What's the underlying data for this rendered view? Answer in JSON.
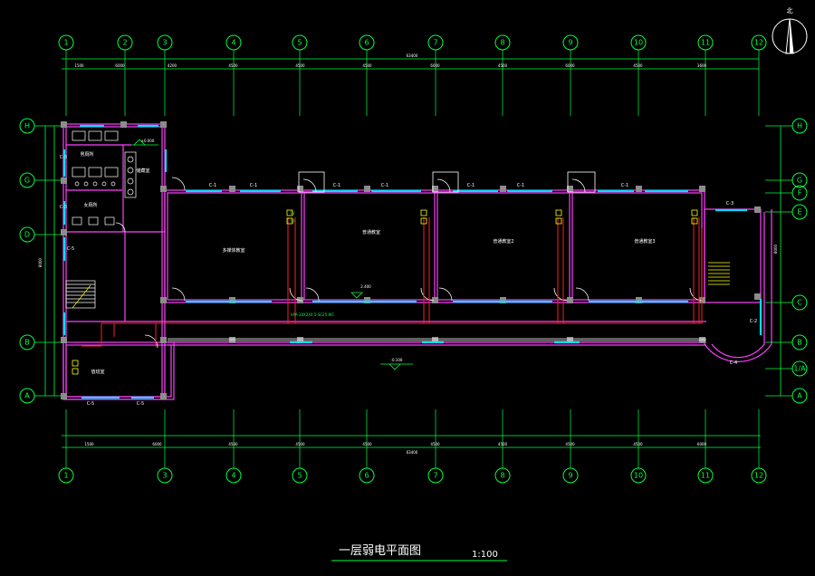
{
  "drawing": {
    "title": "一层弱电平面图",
    "scale": "1:100",
    "north_label": "北",
    "overall_dim_top": "63400",
    "overall_dim_bottom": "63400",
    "overall_dim_left": "8000",
    "overall_dim_right": "8000",
    "level_main": "±0.000",
    "level_hall": "2.400",
    "level_corridor": "-0.100"
  },
  "axes": {
    "top": [
      "1",
      "2",
      "3",
      "4",
      "5",
      "6",
      "7",
      "8",
      "9",
      "10",
      "11",
      "12"
    ],
    "bottom": [
      "1",
      "3",
      "4",
      "5",
      "6",
      "7",
      "8",
      "9",
      "10",
      "11",
      "12"
    ],
    "left": [
      "H",
      "G",
      "D",
      "B",
      "A"
    ],
    "right": [
      "H",
      "G",
      "F",
      "E",
      "C",
      "B",
      "1/A",
      "A"
    ]
  },
  "dims": {
    "top": [
      "1500",
      "6000",
      "4200",
      "4500",
      "4500",
      "4500",
      "6000",
      "4500",
      "6000",
      "4500",
      "3600"
    ],
    "bottom": [
      "1500",
      "6000",
      "4500",
      "4500",
      "4500",
      "4500",
      "4500",
      "4500",
      "4500",
      "6000"
    ]
  },
  "rooms": {
    "room1": "多媒体教室",
    "room2": "普通教室",
    "room3": "普通教室2",
    "room4": "普通教室3",
    "toilet_m": "男厕所",
    "toilet_f": "女厕所",
    "duty": "值班室",
    "store": "储藏室"
  },
  "windows": [
    "C-1",
    "C-1",
    "C-1",
    "C-1",
    "C-1",
    "C-1",
    "C-1",
    "C-3",
    "C-2",
    "C-4",
    "C-5",
    "C-5",
    "C-3",
    "C-3",
    "C-5"
  ],
  "notes": {
    "cable": "HYA-10X2X0.5-SC25-WC",
    "tv": "TV",
    "tp": "TP"
  }
}
